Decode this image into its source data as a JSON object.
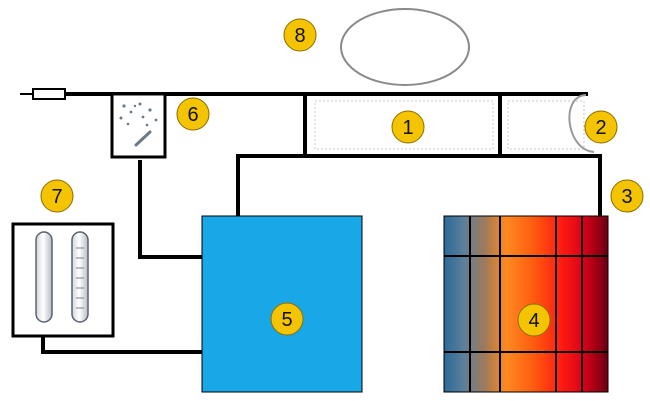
{
  "badges": {
    "b1": "1",
    "b2": "2",
    "b3": "3",
    "b4": "4",
    "b5": "5",
    "b6": "6",
    "b7": "7",
    "b8": "8"
  },
  "colors": {
    "badge_fill": "#f5c400",
    "badge_stroke": "#8a6d00",
    "pipe": "#000000",
    "tank_fill": "#18a8e8",
    "heat_gradient": [
      "#2a6a9a",
      "#7f8aa0",
      "#d58a3c",
      "#ff7a10",
      "#ff2a10",
      "#e8001a",
      "#7a0010"
    ]
  },
  "icons": [
    "valve-icon",
    "sensor-icon",
    "probe-icon",
    "coil-icon"
  ]
}
